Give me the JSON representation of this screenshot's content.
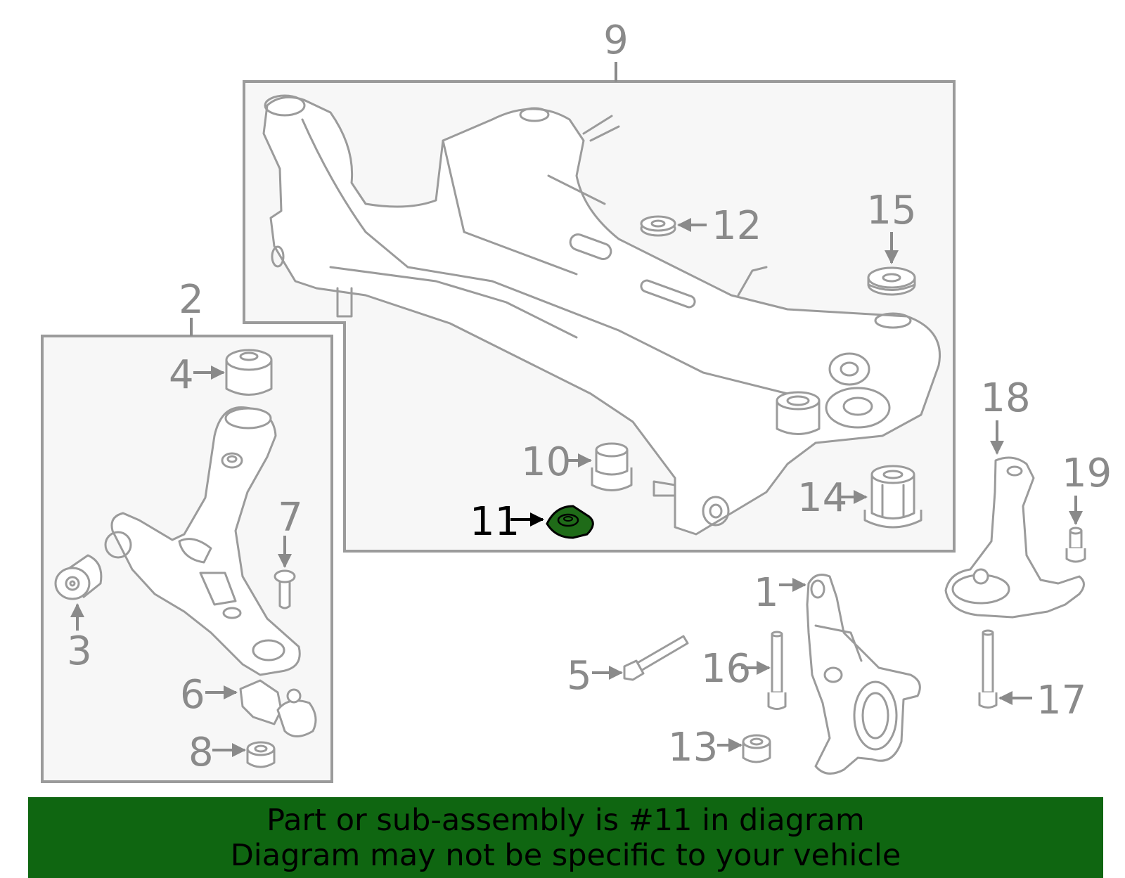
{
  "callouts": {
    "c1": "1",
    "c2": "2",
    "c3": "3",
    "c4": "4",
    "c5": "5",
    "c6": "6",
    "c7": "7",
    "c8": "8",
    "c9": "9",
    "c10": "10",
    "c11": "11",
    "c12": "12",
    "c13": "13",
    "c14": "14",
    "c15": "15",
    "c16": "16",
    "c17": "17",
    "c18": "18",
    "c19": "19"
  },
  "highlight": {
    "part": "11",
    "color": "#1f6b18"
  },
  "footer": {
    "line1": "Part or sub-assembly is #11 in diagram",
    "line2": "Diagram may not be specific to your vehicle",
    "background": "#0f6611"
  }
}
